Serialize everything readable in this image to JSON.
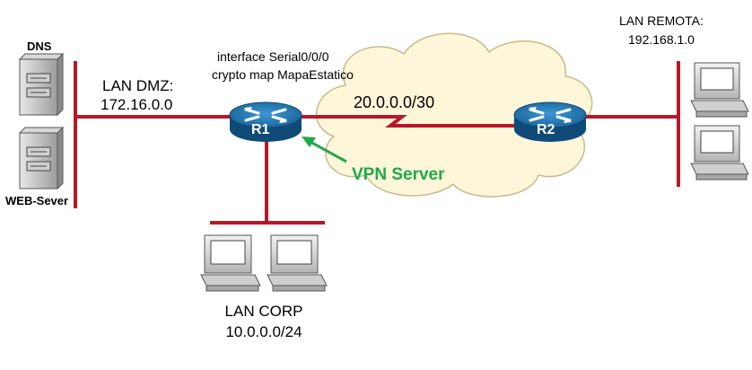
{
  "labels": {
    "dns": "DNS",
    "web_server": "WEB-Sever",
    "lan_dmz_title": "LAN  DMZ:",
    "lan_dmz_net": "172.16.0.0",
    "r1_config_line1": "interface Serial0/0/0",
    "r1_config_line2": "crypto map MapaEstatico",
    "wan_net": "20.0.0.0/30",
    "vpn_server": "VPN Server",
    "lan_remota_title": "LAN REMOTA:",
    "lan_remota_net": "192.168.1.0",
    "lan_corp_title": "LAN CORP",
    "lan_corp_net": "10.0.0.0/24"
  },
  "routers": [
    {
      "name": "R1"
    },
    {
      "name": "R2"
    }
  ],
  "colors": {
    "link": "#b8172a",
    "router_blue": "#1d6fa8",
    "router_dark": "#0f4a78",
    "cloud_fill": "#fdf6d9",
    "cloud_stroke": "#c9b98a",
    "vpn_green": "#1faa4b"
  },
  "icons": [
    "server-icon",
    "router-icon",
    "computer-icon",
    "cloud-icon",
    "arrow-icon"
  ]
}
